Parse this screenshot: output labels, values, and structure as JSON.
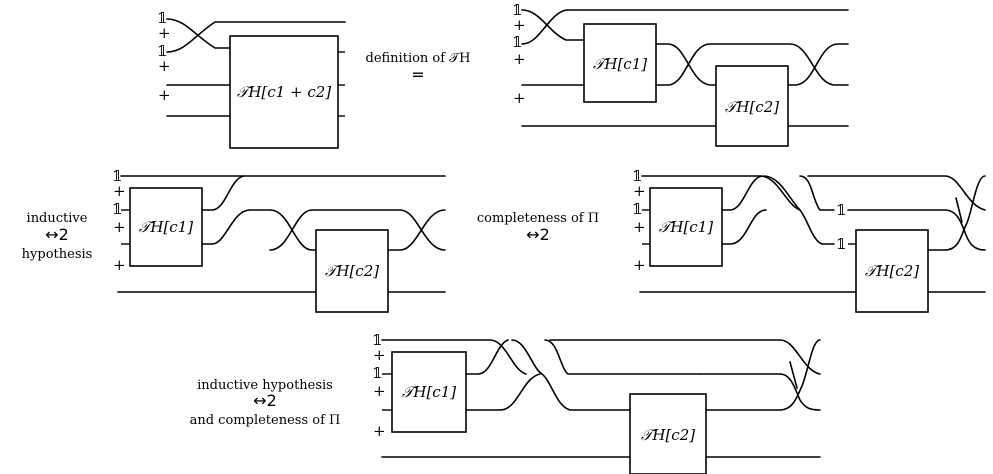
{
  "diagram1": {
    "left": {
      "box_label": "𝒯H[c1 + c2]",
      "wire_labels": [
        "𝟙",
        "+",
        "𝟙",
        "+",
        "+"
      ]
    },
    "relation": {
      "text": "definition of 𝒯H",
      "symbol": "="
    },
    "right": {
      "box1_label": "𝒯H[c1]",
      "box2_label": "𝒯H[c2]",
      "wire_labels": [
        "𝟙",
        "+",
        "𝟙",
        "+",
        "+"
      ]
    }
  },
  "diagram2": {
    "relation_left": {
      "line1": "inductive",
      "symbol": "↔2",
      "line2": "hypothesis"
    },
    "left": {
      "box1_label": "𝒯H[c1]",
      "box2_label": "𝒯H[c2]",
      "wire_labels": [
        "𝟙",
        "+",
        "𝟙",
        "+",
        "+"
      ]
    },
    "relation_mid": {
      "line1": "completeness of Π",
      "symbol": "↔2"
    },
    "right": {
      "box1_label": "𝒯H[c1]",
      "box2_label": "𝒯H[c2]",
      "wire_labels": [
        "𝟙",
        "+",
        "𝟙",
        "+",
        "+"
      ],
      "inner_labels": [
        "𝟙",
        "𝟙"
      ]
    }
  },
  "diagram3": {
    "relation": {
      "line1": "inductive hypothesis",
      "symbol": "↔2",
      "line2": "and completeness of Π"
    },
    "main": {
      "box1_label": "𝒯H[c1]",
      "box2_label": "𝒯H[c2]",
      "wire_labels": [
        "𝟙",
        "+",
        "𝟙",
        "+",
        "+"
      ]
    }
  }
}
